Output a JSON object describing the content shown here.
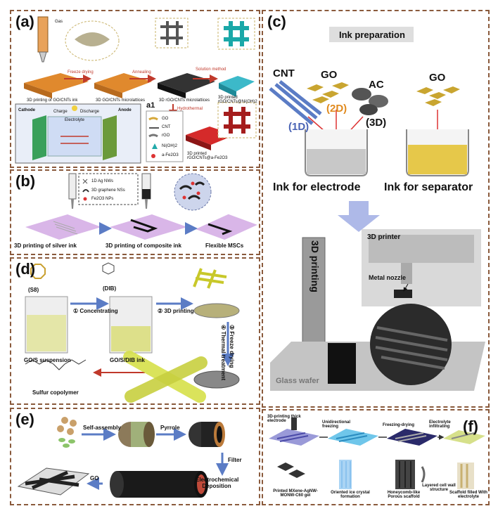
{
  "panel_a": {
    "label": "(a)",
    "gas": "Gas",
    "step1": "3D printing of GO/CNTs ink",
    "step2": "3D GO/CNTs microlattices",
    "step3": "3D rGO/CNTs microlattices",
    "step4": "3D printed rGO/CNTs@Ni(OH)2",
    "step5": "3D printed rGO/CNTs@a-Fe2O3",
    "arrow1": "Freeze drying",
    "arrow2": "Annealing",
    "arrow3": "Solution method",
    "arrow4": "Hydrothermal",
    "sublabel": "a1",
    "cathode": "Cathode",
    "anode": "Anode",
    "electrolyte": "Electrolyte",
    "charge": "Charge",
    "discharge": "Discharge",
    "legend": [
      "GO",
      "CNT",
      "rGO",
      "Ni(OH)2",
      "a-Fe2O3"
    ]
  },
  "panel_b": {
    "label": "(b)",
    "legend1": "1D Ag NWs",
    "legend2": "3D graphene NSs",
    "legend3": "Fe2O3 NPs",
    "cap1": "3D printing of silver ink",
    "cap2": "3D printing of composite ink",
    "cap3": "Flexible MSCs"
  },
  "panel_c": {
    "label": "(c)",
    "title": "Ink preparation",
    "cnt": "CNT",
    "cnt_dim": "(1D)",
    "go": "GO",
    "go_dim": "(2D)",
    "ac": "AC",
    "ac_dim": "(3D)",
    "go2": "GO",
    "ink1": "Ink for electrode",
    "ink2": "Ink for separator",
    "printing": "3D printing",
    "printer": "3D printer",
    "nozzle": "Metal nozzle",
    "wafer": "Glass wafer"
  },
  "panel_d": {
    "label": "(d)",
    "s8": "(S8)",
    "dib": "(DIB)",
    "step1": "① Concentrating",
    "step2": "② 3D printing",
    "step3": "③ Freeze drying",
    "step4": "④ Thermal treatment",
    "cap1": "GO/S suspension",
    "cap2": "GO/S/DIB ink",
    "copolymer": "Sulfur copolymer"
  },
  "panel_e": {
    "label": "(e)",
    "self_assembly": "Self-assembly",
    "pyrrole": "Pyrrole",
    "filter": "Filter",
    "electro": "Electrochemical Deposition",
    "go": "GO"
  },
  "panel_f": {
    "label": "(f)",
    "s1": "3D-printing thick electrode",
    "s2": "Unidirectional freezing",
    "s3": "Freezing-drying",
    "s4": "Electrolyte infiltrating",
    "c1": "Printed MXene-AgNW-MONW-C60 gel",
    "c2": "Oriented ice crystal formation",
    "c3": "Honeycomb-like Porous scaffold",
    "c4": "Layered cell wall structure",
    "c5": "Scaffold filled With electrolyte"
  }
}
